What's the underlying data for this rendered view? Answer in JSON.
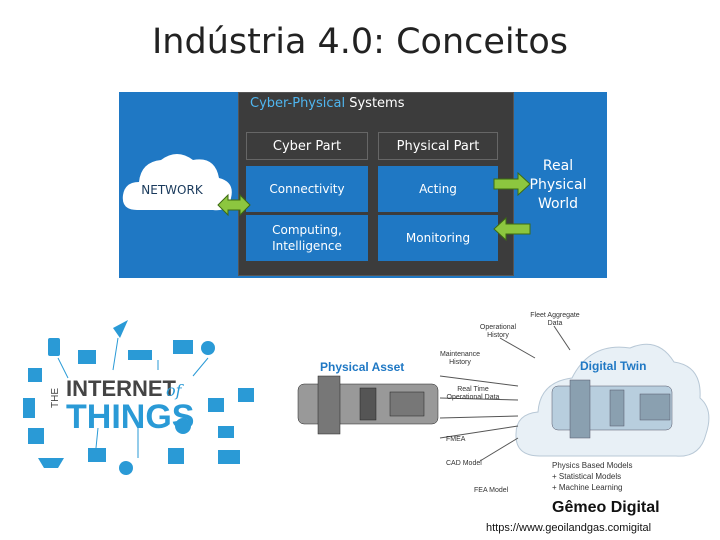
{
  "slide": {
    "title": "Indústria 4.0: Conceitos"
  },
  "cps": {
    "title_prefix": "Cyber-Physical",
    "title_suffix": " Systems",
    "col_cyber": "Cyber Part",
    "col_physical": "Physical Part",
    "cell_connectivity": "Connectivity",
    "cell_computing": "Computing,\nIntelligence",
    "cell_acting": "Acting",
    "cell_monitoring": "Monitoring",
    "network": "NETWORK",
    "real_world": "Real\nPhysical\nWorld"
  },
  "iot": {
    "the": "THE",
    "internet": "INTERNET",
    "of": "of",
    "things": "THINGS"
  },
  "digital_twin": {
    "physical_asset": "Physical Asset",
    "digital_twin": "Digital Twin",
    "fleet": "Fleet Aggregate\nData",
    "operational_history": "Operational\nHistory",
    "maintenance": "Maintenance\nHistory",
    "real_time": "Real Time\nOperational Data",
    "fmea": "FMEA",
    "cad": "CAD Model",
    "fea": "FEA Model",
    "models": "Physics Based Models\n+ Statistical Models\n+ Machine Learning"
  },
  "caption": {
    "gemeo": "Gêmeo Digital",
    "url": "https://www.geoilandgas.comigital"
  },
  "colors": {
    "blue": "#1f78c4",
    "dark": "#3c3c3c",
    "arrow_green": "#8cc63f"
  }
}
